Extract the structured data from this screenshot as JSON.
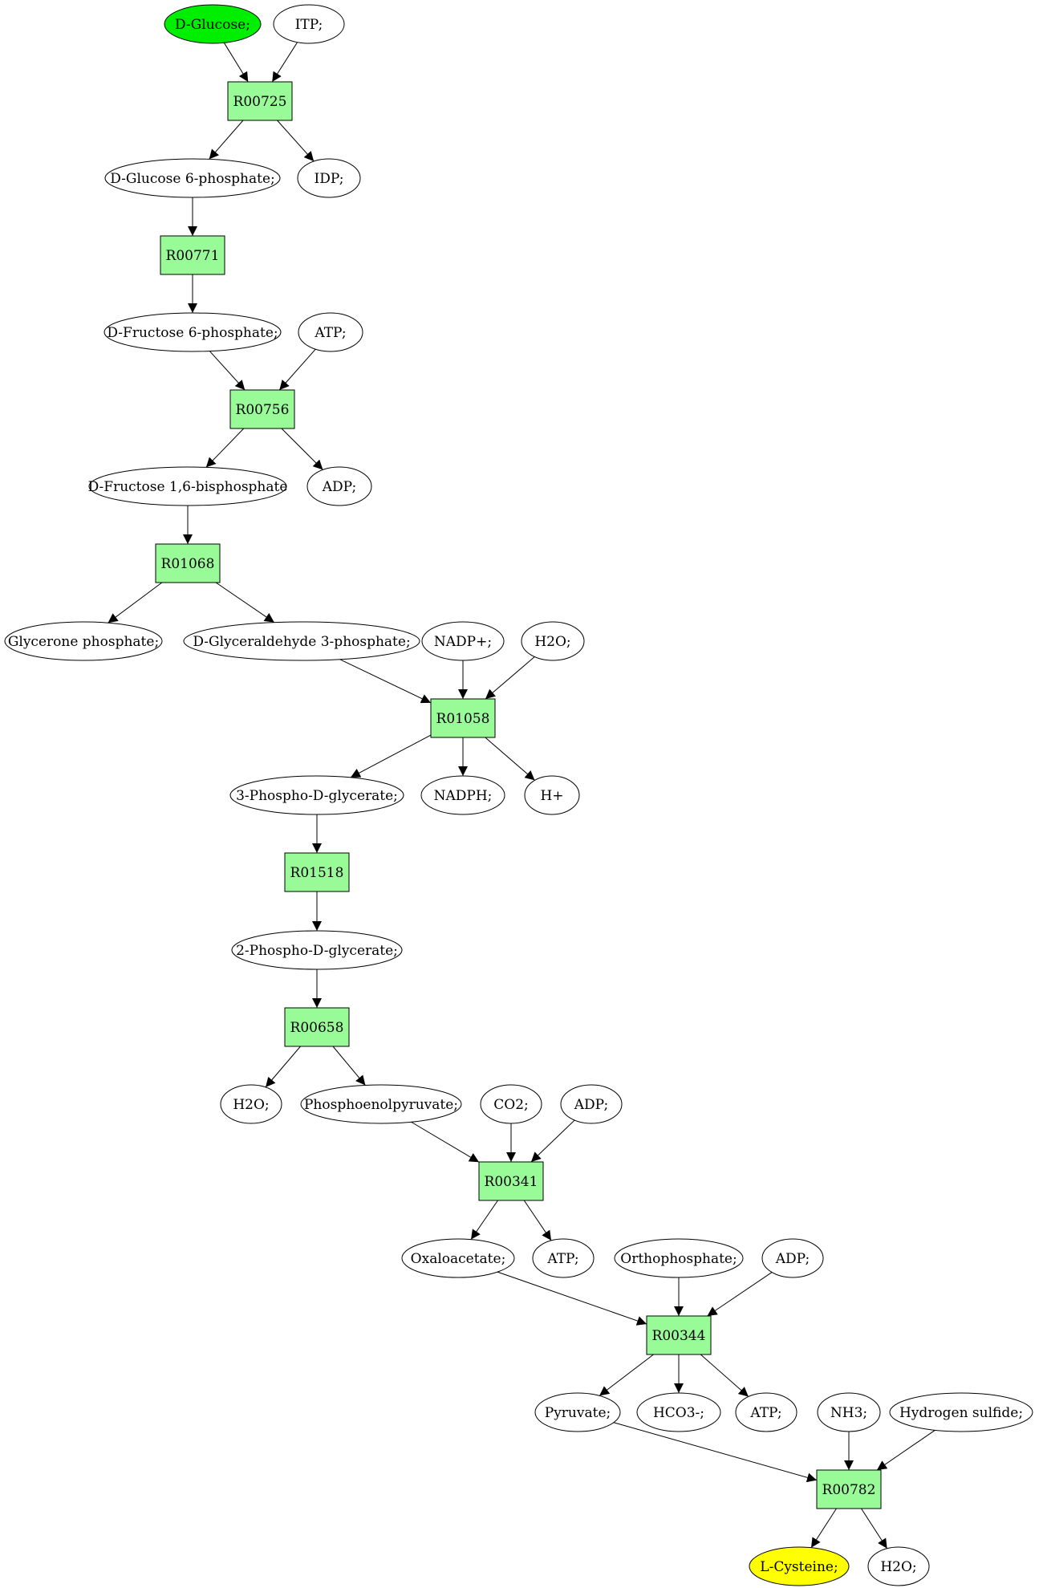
{
  "colors": {
    "reaction_fill": "#98fb98",
    "start_fill": "#00ee00",
    "target_fill": "#ffff00",
    "compound_fill": "#ffffff"
  },
  "nodes": [
    {
      "id": "c_glucose",
      "kind": "compound",
      "label": "D-Glucose;",
      "fill": "#00ee00"
    },
    {
      "id": "c_itp",
      "kind": "compound",
      "label": "ITP;"
    },
    {
      "id": "r_R00725",
      "kind": "reaction",
      "label": "R00725"
    },
    {
      "id": "c_g6p",
      "kind": "compound",
      "label": "D-Glucose 6-phosphate;"
    },
    {
      "id": "c_idp",
      "kind": "compound",
      "label": "IDP;"
    },
    {
      "id": "r_R00771",
      "kind": "reaction",
      "label": "R00771"
    },
    {
      "id": "c_f6p",
      "kind": "compound",
      "label": "D-Fructose 6-phosphate;"
    },
    {
      "id": "c_atp1",
      "kind": "compound",
      "label": "ATP;"
    },
    {
      "id": "r_R00756",
      "kind": "reaction",
      "label": "R00756"
    },
    {
      "id": "c_fbp",
      "kind": "compound",
      "label": "D-Fructose 1,6-bisphosphate"
    },
    {
      "id": "c_adp1",
      "kind": "compound",
      "label": "ADP;"
    },
    {
      "id": "r_R01068",
      "kind": "reaction",
      "label": "R01068"
    },
    {
      "id": "c_dhap",
      "kind": "compound",
      "label": "Glycerone phosphate;"
    },
    {
      "id": "c_g3p",
      "kind": "compound",
      "label": "D-Glyceraldehyde 3-phosphate;"
    },
    {
      "id": "c_nadp",
      "kind": "compound",
      "label": "NADP+;"
    },
    {
      "id": "c_h2o1",
      "kind": "compound",
      "label": "H2O;"
    },
    {
      "id": "r_R01058",
      "kind": "reaction",
      "label": "R01058"
    },
    {
      "id": "c_3pg",
      "kind": "compound",
      "label": "3-Phospho-D-glycerate;"
    },
    {
      "id": "c_nadph",
      "kind": "compound",
      "label": "NADPH;"
    },
    {
      "id": "c_h",
      "kind": "compound",
      "label": "H+"
    },
    {
      "id": "r_R01518",
      "kind": "reaction",
      "label": "R01518"
    },
    {
      "id": "c_2pg",
      "kind": "compound",
      "label": "2-Phospho-D-glycerate;"
    },
    {
      "id": "r_R00658",
      "kind": "reaction",
      "label": "R00658"
    },
    {
      "id": "c_h2o2",
      "kind": "compound",
      "label": "H2O;"
    },
    {
      "id": "c_pep",
      "kind": "compound",
      "label": "Phosphoenolpyruvate;"
    },
    {
      "id": "c_co2",
      "kind": "compound",
      "label": "CO2;"
    },
    {
      "id": "c_adp2",
      "kind": "compound",
      "label": "ADP;"
    },
    {
      "id": "r_R00341",
      "kind": "reaction",
      "label": "R00341"
    },
    {
      "id": "c_oaa",
      "kind": "compound",
      "label": "Oxaloacetate;"
    },
    {
      "id": "c_atp2",
      "kind": "compound",
      "label": "ATP;"
    },
    {
      "id": "c_pi",
      "kind": "compound",
      "label": "Orthophosphate;"
    },
    {
      "id": "c_adp3",
      "kind": "compound",
      "label": "ADP;"
    },
    {
      "id": "r_R00344",
      "kind": "reaction",
      "label": "R00344"
    },
    {
      "id": "c_pyr",
      "kind": "compound",
      "label": "Pyruvate;"
    },
    {
      "id": "c_hco3",
      "kind": "compound",
      "label": "HCO3-;"
    },
    {
      "id": "c_atp3",
      "kind": "compound",
      "label": "ATP;"
    },
    {
      "id": "c_nh3",
      "kind": "compound",
      "label": "NH3;"
    },
    {
      "id": "c_h2s",
      "kind": "compound",
      "label": "Hydrogen sulfide;"
    },
    {
      "id": "r_R00782",
      "kind": "reaction",
      "label": "R00782"
    },
    {
      "id": "c_cys",
      "kind": "compound",
      "label": "L-Cysteine;",
      "fill": "#ffff00"
    },
    {
      "id": "c_h2o3",
      "kind": "compound",
      "label": "H2O;"
    }
  ],
  "edges": [
    [
      "c_glucose",
      "r_R00725"
    ],
    [
      "c_itp",
      "r_R00725"
    ],
    [
      "r_R00725",
      "c_g6p"
    ],
    [
      "r_R00725",
      "c_idp"
    ],
    [
      "c_g6p",
      "r_R00771"
    ],
    [
      "r_R00771",
      "c_f6p"
    ],
    [
      "c_f6p",
      "r_R00756"
    ],
    [
      "c_atp1",
      "r_R00756"
    ],
    [
      "r_R00756",
      "c_fbp"
    ],
    [
      "r_R00756",
      "c_adp1"
    ],
    [
      "c_fbp",
      "r_R01068"
    ],
    [
      "r_R01068",
      "c_dhap"
    ],
    [
      "r_R01068",
      "c_g3p"
    ],
    [
      "c_g3p",
      "r_R01058"
    ],
    [
      "c_nadp",
      "r_R01058"
    ],
    [
      "c_h2o1",
      "r_R01058"
    ],
    [
      "r_R01058",
      "c_3pg"
    ],
    [
      "r_R01058",
      "c_nadph"
    ],
    [
      "r_R01058",
      "c_h"
    ],
    [
      "c_3pg",
      "r_R01518"
    ],
    [
      "r_R01518",
      "c_2pg"
    ],
    [
      "c_2pg",
      "r_R00658"
    ],
    [
      "r_R00658",
      "c_h2o2"
    ],
    [
      "r_R00658",
      "c_pep"
    ],
    [
      "c_pep",
      "r_R00341"
    ],
    [
      "c_co2",
      "r_R00341"
    ],
    [
      "c_adp2",
      "r_R00341"
    ],
    [
      "r_R00341",
      "c_oaa"
    ],
    [
      "r_R00341",
      "c_atp2"
    ],
    [
      "c_oaa",
      "r_R00344"
    ],
    [
      "c_pi",
      "r_R00344"
    ],
    [
      "c_adp3",
      "r_R00344"
    ],
    [
      "r_R00344",
      "c_pyr"
    ],
    [
      "r_R00344",
      "c_hco3"
    ],
    [
      "r_R00344",
      "c_atp3"
    ],
    [
      "c_pyr",
      "r_R00782"
    ],
    [
      "c_nh3",
      "r_R00782"
    ],
    [
      "c_h2s",
      "r_R00782"
    ],
    [
      "r_R00782",
      "c_cys"
    ],
    [
      "r_R00782",
      "c_h2o3"
    ]
  ]
}
